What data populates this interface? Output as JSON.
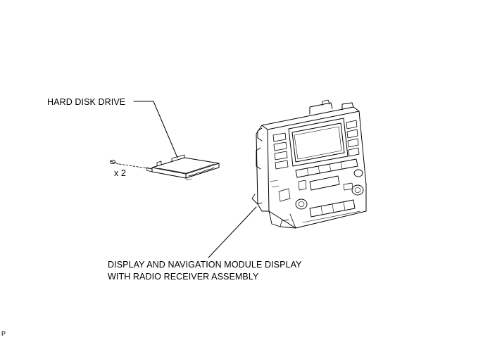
{
  "labels": {
    "hard_disk_drive": "HARD DISK DRIVE",
    "screw_quantity": "x 2",
    "display_module_line1": "DISPLAY AND NAVIGATION MODULE DISPLAY",
    "display_module_line2": "WITH RADIO RECEIVER ASSEMBLY",
    "figure_code": "P"
  }
}
